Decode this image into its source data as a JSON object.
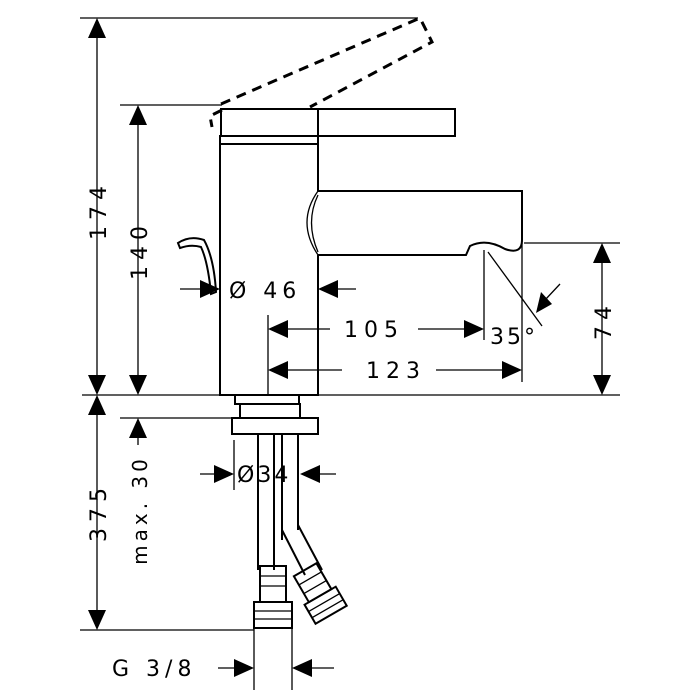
{
  "drawing": {
    "dimensions": {
      "total_height": "174",
      "spout_outlet_height": "140",
      "body_diameter": "Ø 46",
      "spout_projection": "105",
      "overall_projection": "123",
      "outlet_clearance": "74",
      "outlet_angle": "35°",
      "connection_hose_length": "375",
      "max_deck_thickness": "max. 30",
      "mounting_hole_diameter": "Ø34",
      "thread_connection": "G 3/8"
    }
  }
}
